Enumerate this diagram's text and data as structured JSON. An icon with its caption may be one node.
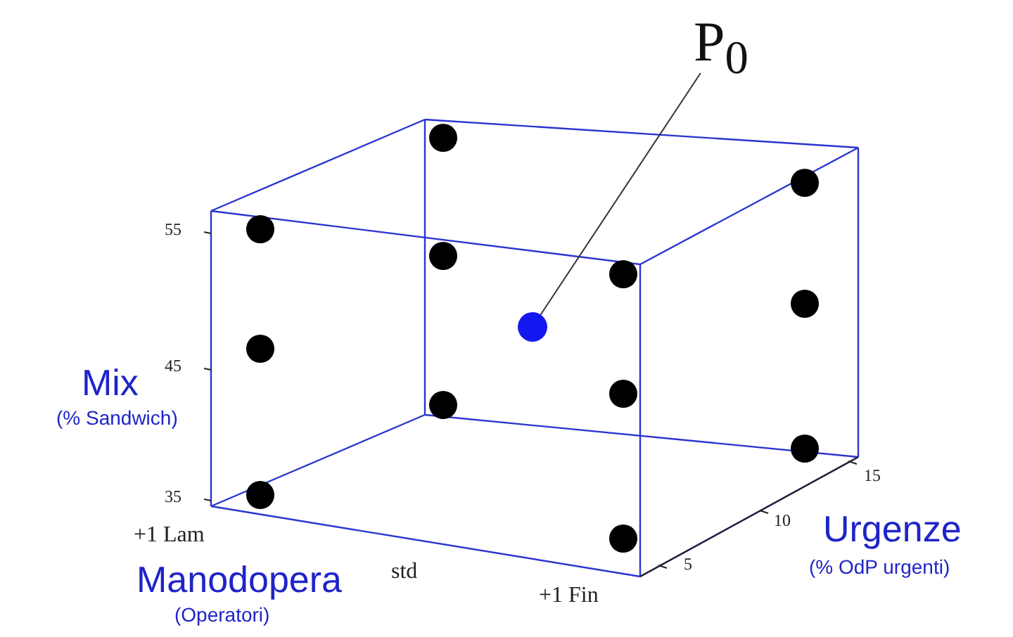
{
  "diagram": {
    "nodes": [
      {
        "text": [
          "P$_{0}$"
        ]
      },
      {
        "text": [],
        "shape": "circle"
      }
    ],
    "edges": [
      {
        "from": 0,
        "to": 1,
        "arrow": "none"
      }
    ],
    "labels": [
      "55",
      "45",
      "Mix",
      "(% Sandwich)",
      "35",
      "+1 Lam",
      "Manodopera",
      "std",
      "(Operatori)",
      "+1 Fin",
      "15",
      "10",
      "Urgenze",
      "5",
      "(% OdP urgenti)"
    ]
  }
}
